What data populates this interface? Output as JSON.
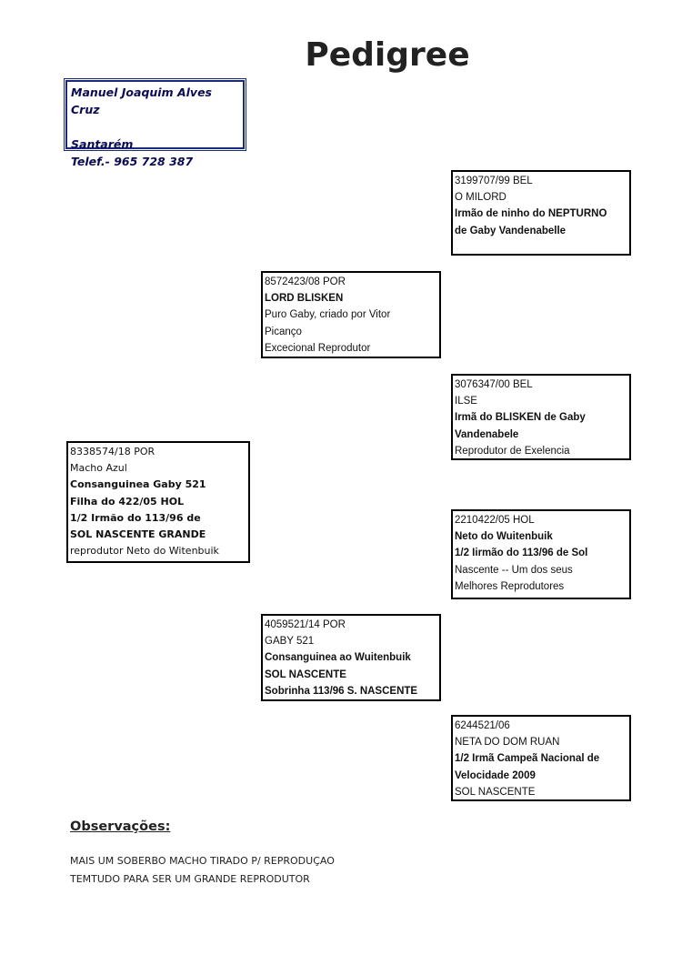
{
  "title": "Pedigree",
  "owner": {
    "name": "Manuel Joaquim Alves Cruz",
    "city": "Santarém",
    "phone": "Telef.- 965 728 387"
  },
  "subject": {
    "lines": [
      {
        "text": "8338574/18 POR",
        "bold": false
      },
      {
        "text": "Macho Azul",
        "bold": false
      },
      {
        "text": "Consanguinea Gaby 521",
        "bold": true
      },
      {
        "text": "Filha do 422/05 HOL",
        "bold": true
      },
      {
        "text": "1/2 Irmão do 113/96 de",
        "bold": true
      },
      {
        "text": "SOL NASCENTE GRANDE",
        "bold": true
      },
      {
        "text": "reprodutor  Neto do Witenbuik",
        "bold": false
      }
    ]
  },
  "sire": {
    "lines": [
      {
        "text": "8572423/08 POR",
        "bold": false
      },
      {
        "text": "LORD BLISKEN",
        "bold": true
      },
      {
        "text": "Puro Gaby, criado por Vitor",
        "bold": false
      },
      {
        "text": "Picanço",
        "bold": false
      },
      {
        "text": "Excecional Reprodutor",
        "bold": false
      }
    ]
  },
  "dam": {
    "lines": [
      {
        "text": "4059521/14 POR",
        "bold": false
      },
      {
        "text": "GABY 521",
        "bold": false
      },
      {
        "text": "Consanguinea  ao Wuitenbuik",
        "bold": true
      },
      {
        "text": "SOL NASCENTE",
        "bold": true
      },
      {
        "text": "Sobrinha 113/96 S. NASCENTE",
        "bold": true
      }
    ]
  },
  "sire_sire": {
    "lines": [
      {
        "text": "3199707/99 BEL",
        "bold": false
      },
      {
        "text": "O  MILORD",
        "bold": false
      },
      {
        "text": "Irmão de ninho do NEPTURNO",
        "bold": true
      },
      {
        "text": "de Gaby Vandenabelle",
        "bold": true
      }
    ]
  },
  "sire_dam": {
    "lines": [
      {
        "text": "3076347/00 BEL",
        "bold": false
      },
      {
        "text": "ILSE",
        "bold": false
      },
      {
        "text": "Irmã do BLISKEN de Gaby",
        "bold": true
      },
      {
        "text": "Vandenabele",
        "bold": true
      },
      {
        "text": "Reprodutor de Exelencia",
        "bold": false
      }
    ]
  },
  "dam_sire": {
    "lines": [
      {
        "text": "2210422/05 HOL",
        "bold": false
      },
      {
        "text": "Neto do Wuitenbuik",
        "bold": true
      },
      {
        "text": "1/2 Iirmão do 113/96 de Sol",
        "bold": true
      },
      {
        "text": "Nascente -- Um dos seus",
        "bold": false
      },
      {
        "text": "Melhores Reprodutores",
        "bold": false
      }
    ]
  },
  "dam_dam": {
    "lines": [
      {
        "text": "6244521/06",
        "bold": false
      },
      {
        "text": " NETA DO DOM RUAN",
        "bold": false
      },
      {
        "text": "1/2 Irmã Campeã Nacional de",
        "bold": true
      },
      {
        "text": "Velocidade 2009",
        "bold": true
      },
      {
        "text": "SOL NASCENTE",
        "bold": false
      }
    ]
  },
  "observations": {
    "heading": "Observações:",
    "lines": [
      "MAIS UM SOBERBO MACHO TIRADO P/ REPRODUÇAO",
      "TEMTUDO PARA SER UM GRANDE REPRODUTOR"
    ]
  }
}
